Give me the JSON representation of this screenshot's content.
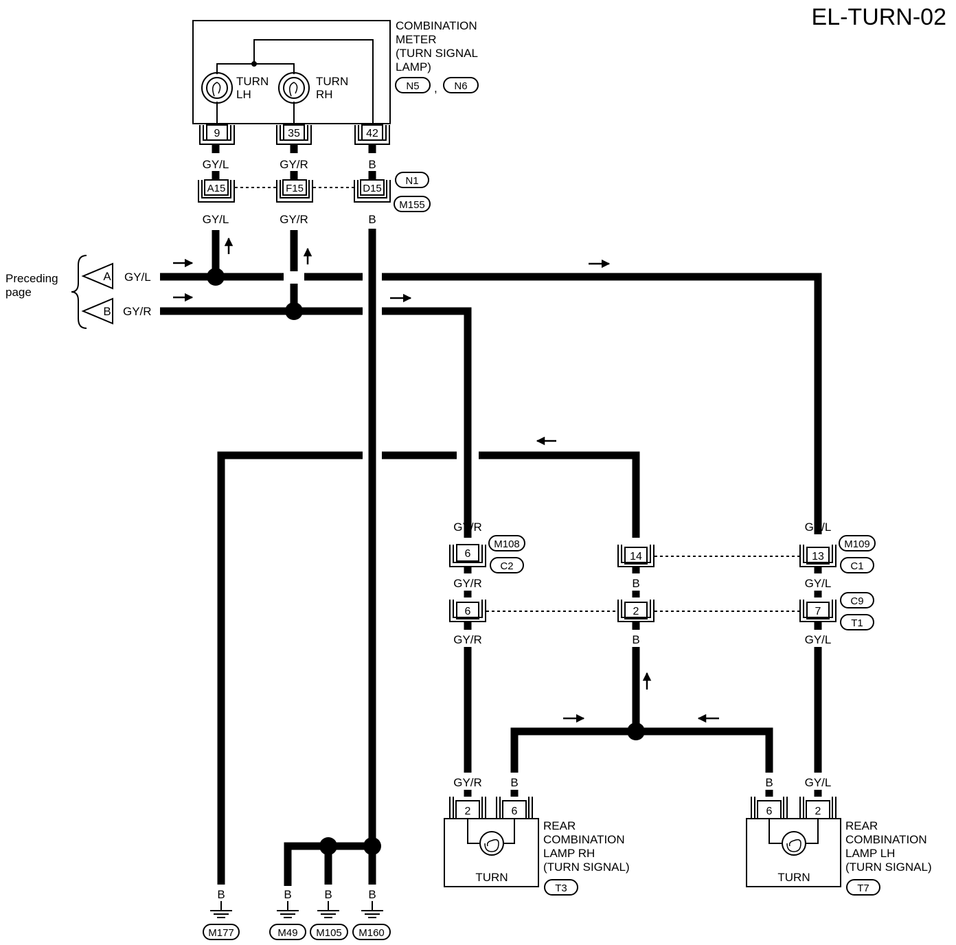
{
  "title": "EL-TURN-02",
  "combination_meter": {
    "lines": [
      "COMBINATION",
      "METER",
      "(TURN SIGNAL",
      "LAMP)"
    ],
    "connectors": [
      "N5",
      "N6"
    ],
    "separator": ",",
    "lamps": [
      {
        "line1": "TURN",
        "line2": "LH"
      },
      {
        "line1": "TURN",
        "line2": "RH"
      }
    ],
    "pins": [
      "9",
      "35",
      "42"
    ]
  },
  "wire_colors": {
    "gyl": "GY/L",
    "gyr": "GY/R",
    "b": "B"
  },
  "joint_connectors": {
    "pins": [
      "A15",
      "F15",
      "D15"
    ],
    "tags": [
      "N1",
      "M155"
    ]
  },
  "preceding_page": {
    "lines": [
      "Preceding",
      "page"
    ],
    "a": "A",
    "b": "B"
  },
  "harness_connectors": {
    "upper_pins": [
      "6",
      "14",
      "13"
    ],
    "upper_tags_left": [
      "M108",
      "C2"
    ],
    "upper_tags_right": [
      "M109",
      "C1"
    ],
    "lower_pins": [
      "6",
      "2",
      "7"
    ],
    "lower_tags": [
      "C9",
      "T1"
    ]
  },
  "rear_lamp_rh": {
    "lines": [
      "REAR",
      "COMBINATION",
      "LAMP RH",
      "(TURN SIGNAL)"
    ],
    "pins": [
      "2",
      "6"
    ],
    "label": "TURN",
    "connector": "T3"
  },
  "rear_lamp_lh": {
    "lines": [
      "REAR",
      "COMBINATION",
      "LAMP LH",
      "(TURN SIGNAL)"
    ],
    "pins": [
      "6",
      "2"
    ],
    "label": "TURN",
    "connector": "T7"
  },
  "grounds": [
    "M177",
    "M49",
    "M105",
    "M160"
  ],
  "colors": {
    "ink": "#000000",
    "paper": "#ffffff"
  }
}
